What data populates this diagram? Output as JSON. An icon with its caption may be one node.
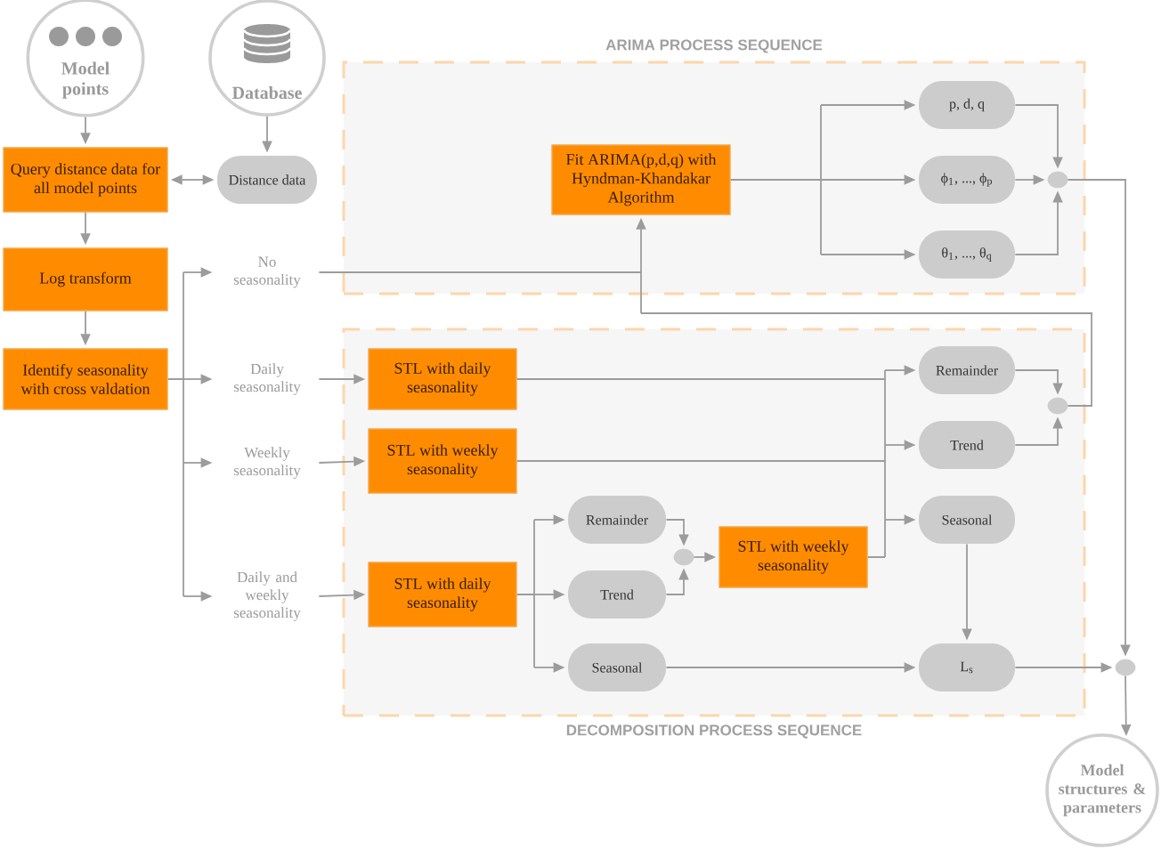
{
  "diagram": {
    "nodes": [
      {
        "text": [
          "Model points"
        ]
      },
      {
        "text": [
          "Database"
        ]
      },
      {
        "text": [
          "Query distance data for all model points"
        ]
      },
      {
        "text": [
          "Distance data"
        ]
      },
      {
        "text": [
          "Log transform"
        ]
      },
      {
        "text": [
          "Identify seasonality with cross valdation"
        ]
      },
      {
        "text": [
          "No seasonality"
        ]
      },
      {
        "text": [
          "Daily seasonality"
        ]
      },
      {
        "text": [
          "Weekly seasonality"
        ]
      },
      {
        "text": [
          "Daily and weekly seasonality"
        ]
      },
      {
        "text": [
          "ARIMA PROCESS SEQUENCE"
        ]
      },
      {
        "text": [
          "Fit ARIMA(p,d,q) with Hyndman-Khandakar Algorithm"
        ],
        "in": 10
      },
      {
        "text": [
          "p, d, q"
        ],
        "in": 10
      },
      {
        "text": [
          "ϕ$_{1}$, ..., ϕ$_{p}$"
        ],
        "in": 10
      },
      {
        "text": [
          "θ$_{1}$, ..., θ$_{q}$"
        ],
        "in": 10
      },
      {
        "text": [],
        "shape": "circle",
        "in": 10
      },
      {
        "text": [
          "DECOMPOSITION PROCESS SEQUENCE"
        ]
      },
      {
        "text": [
          "STL with daily seasonality"
        ],
        "in": 16
      },
      {
        "text": [
          "STL with weekly seasonality"
        ],
        "in": 16
      },
      {
        "text": [
          "STL with daily seasonality"
        ],
        "in": 16
      },
      {
        "text": [
          "Remainder"
        ],
        "in": 16
      },
      {
        "text": [
          "Trend"
        ],
        "in": 16
      },
      {
        "text": [
          "Seasonal"
        ],
        "in": 16
      },
      {
        "text": [
          "STL with weekly seasonality"
        ],
        "in": 16
      },
      {
        "text": [
          "Remainder"
        ],
        "in": 16
      },
      {
        "text": [
          "Trend"
        ],
        "in": 16
      },
      {
        "text": [
          "Seasonal"
        ],
        "in": 16
      },
      {
        "text": [],
        "shape": "circle",
        "in": 16
      },
      {
        "text": [],
        "shape": "circle",
        "in": 16
      },
      {
        "text": [
          "L$_{s}$"
        ],
        "in": 16
      },
      {
        "text": [],
        "shape": "circle"
      },
      {
        "text": [
          "Model structures & parameters"
        ]
      }
    ],
    "edges": [
      {
        "from": 0,
        "to": 2,
        "arrow": "to"
      },
      {
        "from": 1,
        "to": 3,
        "arrow": "to"
      },
      {
        "from": 2,
        "to": 3,
        "arrow": "both"
      },
      {
        "from": 2,
        "to": 4,
        "arrow": "to"
      },
      {
        "from": 4,
        "to": 5,
        "arrow": "to"
      },
      {
        "from": 5,
        "to": 6,
        "arrow": "to"
      },
      {
        "from": 5,
        "to": 7,
        "arrow": "to"
      },
      {
        "from": 5,
        "to": 8,
        "arrow": "to"
      },
      {
        "from": 5,
        "to": 9,
        "arrow": "to"
      },
      {
        "from": 6,
        "to": 11,
        "arrow": "to"
      },
      {
        "from": 7,
        "to": 17,
        "arrow": "to"
      },
      {
        "from": 8,
        "to": 18,
        "arrow": "to"
      },
      {
        "from": 9,
        "to": 19,
        "arrow": "to"
      },
      {
        "from": 11,
        "to": 12,
        "arrow": "to"
      },
      {
        "from": 11,
        "to": 13,
        "arrow": "to"
      },
      {
        "from": 11,
        "to": 14,
        "arrow": "to"
      },
      {
        "from": 12,
        "to": 15,
        "arrow": "to"
      },
      {
        "from": 13,
        "to": 15,
        "arrow": "to"
      },
      {
        "from": 14,
        "to": 15,
        "arrow": "to"
      },
      {
        "from": 19,
        "to": 20,
        "arrow": "to"
      },
      {
        "from": 19,
        "to": 21,
        "arrow": "to"
      },
      {
        "from": 19,
        "to": 22,
        "arrow": "to"
      },
      {
        "from": 20,
        "to": 28,
        "arrow": "to"
      },
      {
        "from": 21,
        "to": 28,
        "arrow": "to"
      },
      {
        "from": 28,
        "to": 23,
        "arrow": "to"
      },
      {
        "from": 17,
        "to": 24,
        "arrow": "to"
      },
      {
        "from": 17,
        "to": 25,
        "arrow": "to"
      },
      {
        "from": 17,
        "to": 26,
        "arrow": "to"
      },
      {
        "from": 18,
        "to": 24,
        "arrow": "to"
      },
      {
        "from": 18,
        "to": 25,
        "arrow": "to"
      },
      {
        "from": 18,
        "to": 26,
        "arrow": "to"
      },
      {
        "from": 23,
        "to": 24,
        "arrow": "to"
      },
      {
        "from": 23,
        "to": 25,
        "arrow": "to"
      },
      {
        "from": 23,
        "to": 26,
        "arrow": "to"
      },
      {
        "from": 24,
        "to": 27,
        "arrow": "to"
      },
      {
        "from": 25,
        "to": 27,
        "arrow": "to"
      },
      {
        "from": 27,
        "to": 11,
        "arrow": "to"
      },
      {
        "from": 26,
        "to": 29,
        "arrow": "to"
      },
      {
        "from": 22,
        "to": 29,
        "arrow": "to"
      },
      {
        "from": 15,
        "to": 30,
        "arrow": "to"
      },
      {
        "from": 29,
        "to": 30,
        "arrow": "to"
      },
      {
        "from": 30,
        "to": 31,
        "arrow": "to"
      }
    ]
  }
}
